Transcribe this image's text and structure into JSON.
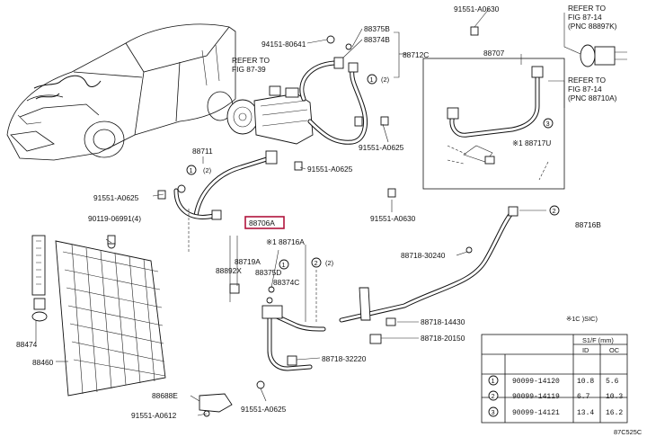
{
  "diagram": {
    "code": "87C525C",
    "highlighted_part": "88706A",
    "callouts": [
      {
        "id": "p91551_A0630_top",
        "text": "91551-A0630"
      },
      {
        "id": "p88375B",
        "text": "88375B"
      },
      {
        "id": "p88374B",
        "text": "88374B"
      },
      {
        "id": "p94151_80641",
        "text": "94151-80641"
      },
      {
        "id": "p88712C",
        "text": "88712C"
      },
      {
        "id": "p88707",
        "text": "88707"
      },
      {
        "id": "refer_87_39_a",
        "text": "REFER TO"
      },
      {
        "id": "refer_87_39_b",
        "text": "FIG 87-39"
      },
      {
        "id": "refer_87_14_top_a",
        "text": "REFER TO"
      },
      {
        "id": "refer_87_14_top_b",
        "text": "FIG 87-14"
      },
      {
        "id": "refer_87_14_top_c",
        "text": "(PNC 88897K)"
      },
      {
        "id": "refer_87_14_mid_a",
        "text": "REFER TO"
      },
      {
        "id": "refer_87_14_mid_b",
        "text": "FIG 87-14"
      },
      {
        "id": "refer_87_14_mid_c",
        "text": "(PNC 88710A)"
      },
      {
        "id": "p88717U",
        "text": "※1 88717U"
      },
      {
        "id": "p91551_A0625_r",
        "text": "91551-A0625"
      },
      {
        "id": "p91551_A0625_m",
        "text": "91551-A0625"
      },
      {
        "id": "p88711",
        "text": "88711"
      },
      {
        "id": "p91551_A0625_l",
        "text": "91551-A0625"
      },
      {
        "id": "p90119_06991",
        "text": "90119-06991(4)"
      },
      {
        "id": "p88706A",
        "text": "88706A"
      },
      {
        "id": "p88716A",
        "text": "※1 88716A"
      },
      {
        "id": "p88719A",
        "text": "88719A"
      },
      {
        "id": "p88892X",
        "text": "88892X"
      },
      {
        "id": "p88375D",
        "text": "88375D"
      },
      {
        "id": "p88374C",
        "text": "88374C"
      },
      {
        "id": "p91551_A0630_mid",
        "text": "91551-A0630"
      },
      {
        "id": "p88716B",
        "text": "88716B"
      },
      {
        "id": "p88718_30240",
        "text": "88718-30240"
      },
      {
        "id": "p88718_14430",
        "text": "88718-14430"
      },
      {
        "id": "p88718_20150",
        "text": "88718-20150"
      },
      {
        "id": "p88718_32220",
        "text": "88718-32220"
      },
      {
        "id": "p88474",
        "text": "88474"
      },
      {
        "id": "p88460",
        "text": "88460"
      },
      {
        "id": "p88688E",
        "text": "88688E"
      },
      {
        "id": "p91551_A0612",
        "text": "91551-A0612"
      },
      {
        "id": "p91551_A0625_b",
        "text": "91551-A0625"
      }
    ],
    "circle_marks": [
      {
        "id": "c1_top",
        "text": "1"
      },
      {
        "id": "c2_top",
        "text": "(2)"
      },
      {
        "id": "c1_tl",
        "text": "1"
      },
      {
        "id": "c2_tl",
        "text": "(2)"
      },
      {
        "id": "c3_r",
        "text": "3"
      },
      {
        "id": "c2_r",
        "text": "2"
      },
      {
        "id": "c1_m",
        "text": "1"
      },
      {
        "id": "c2_m",
        "text": "2"
      },
      {
        "id": "c2_m_b",
        "text": "(2)"
      }
    ],
    "note": "※1C        )SIC)"
  },
  "spec_table": {
    "header_top": "S1/F (mm)",
    "header_cols": [
      "ID",
      "OC"
    ],
    "rows": [
      {
        "mark": "1",
        "part": "90099-14120",
        "id": "10.8",
        "od": "5.6"
      },
      {
        "mark": "2",
        "part": "90099-14119",
        "id": "6.7",
        "od": "10.3"
      },
      {
        "mark": "3",
        "part": "90099-14121",
        "id": "13.4",
        "od": "16.2"
      }
    ]
  }
}
